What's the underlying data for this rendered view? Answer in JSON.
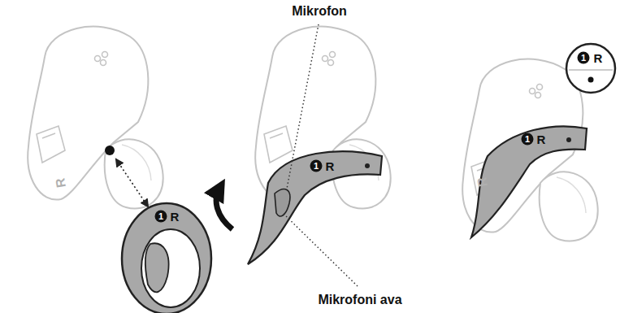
{
  "diagram": {
    "labels": [
      "Mikrofon",
      "Mikrofoni ava",
      "1",
      "R",
      "1",
      "R",
      "1",
      "R",
      "1",
      "R",
      "R",
      "R"
    ]
  }
}
